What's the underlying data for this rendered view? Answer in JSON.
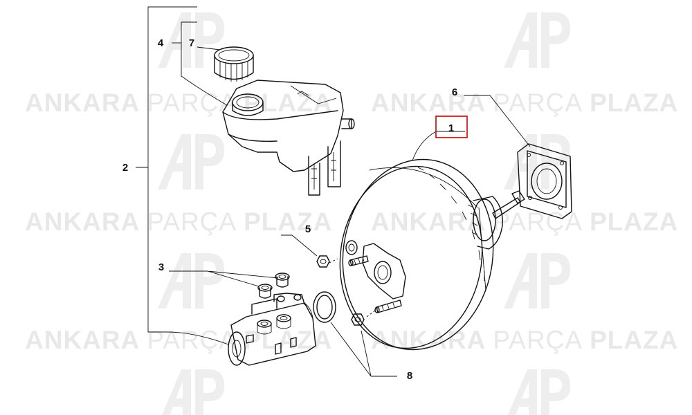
{
  "watermark": {
    "word1": "ANKARA",
    "word2": "PARÇA",
    "word3": "PLAZA",
    "logo": "AP"
  },
  "callouts": {
    "c1": "1",
    "c2": "2",
    "c3": "3",
    "c4": "4",
    "c5": "5",
    "c6": "6",
    "c7": "7",
    "c8": "8"
  },
  "colors": {
    "highlight_box": "#cc0000",
    "watermark": "#e8e8e8",
    "linework": "#111111"
  }
}
